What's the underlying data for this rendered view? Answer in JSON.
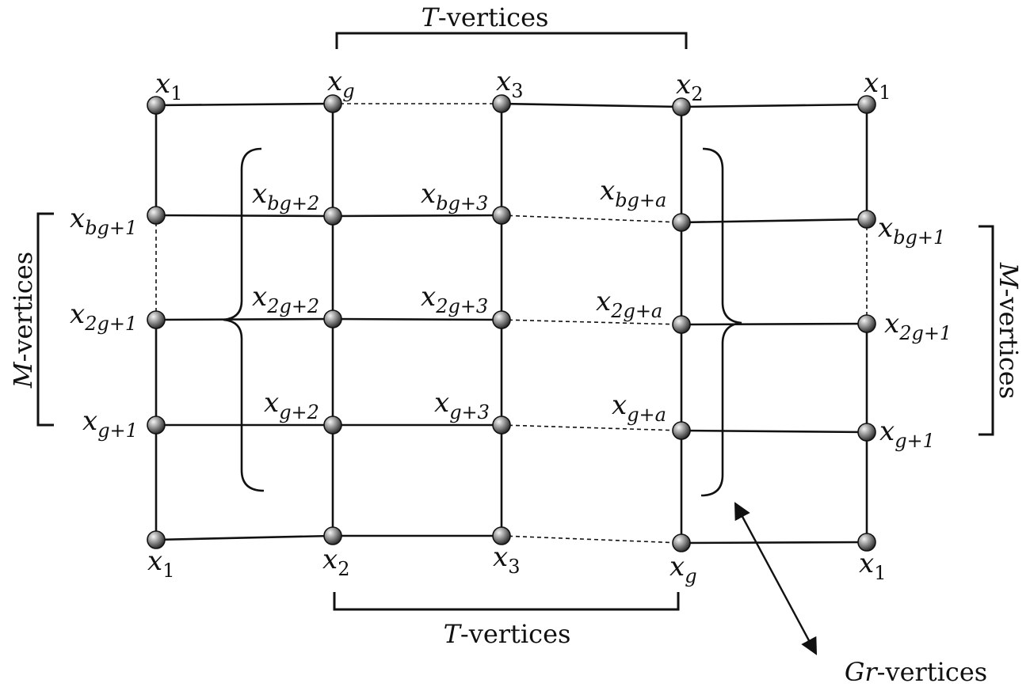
{
  "diagram": {
    "top_group_label": {
      "italic": "T",
      "rest": "-vertices"
    },
    "bottom_group_label": {
      "italic": "T",
      "rest": "-vertices"
    },
    "left_group_label": {
      "italic": "M",
      "rest": "-vertices"
    },
    "right_group_label": {
      "italic": "M",
      "rest": "-vertices"
    },
    "gr_label": {
      "italic": "Gr",
      "rest": "-vertices"
    },
    "nodes": [
      {
        "id": "t0",
        "sub": "1"
      },
      {
        "id": "t1",
        "sub": "g"
      },
      {
        "id": "t2",
        "sub": "3"
      },
      {
        "id": "t3",
        "sub": "2"
      },
      {
        "id": "t4",
        "sub": "1"
      },
      {
        "id": "r1c0",
        "sub": "bg+1"
      },
      {
        "id": "r1c1",
        "sub": "bg+2"
      },
      {
        "id": "r1c2",
        "sub": "bg+3"
      },
      {
        "id": "r1c3",
        "sub": "bg+a"
      },
      {
        "id": "r1c4",
        "sub": "bg+1"
      },
      {
        "id": "r2c0",
        "sub": "2g+1"
      },
      {
        "id": "r2c1",
        "sub": "2g+2"
      },
      {
        "id": "r2c2",
        "sub": "2g+3"
      },
      {
        "id": "r2c3",
        "sub": "2g+a"
      },
      {
        "id": "r2c4",
        "sub": "2g+1"
      },
      {
        "id": "r3c0",
        "sub": "g+1"
      },
      {
        "id": "r3c1",
        "sub": "g+2"
      },
      {
        "id": "r3c2",
        "sub": "g+3"
      },
      {
        "id": "r3c3",
        "sub": "g+a"
      },
      {
        "id": "r3c4",
        "sub": "g+1"
      },
      {
        "id": "b0",
        "sub": "1"
      },
      {
        "id": "b1",
        "sub": "2"
      },
      {
        "id": "b2",
        "sub": "3"
      },
      {
        "id": "b3",
        "sub": "g"
      },
      {
        "id": "b4",
        "sub": "1"
      }
    ],
    "base_letter": "x"
  }
}
